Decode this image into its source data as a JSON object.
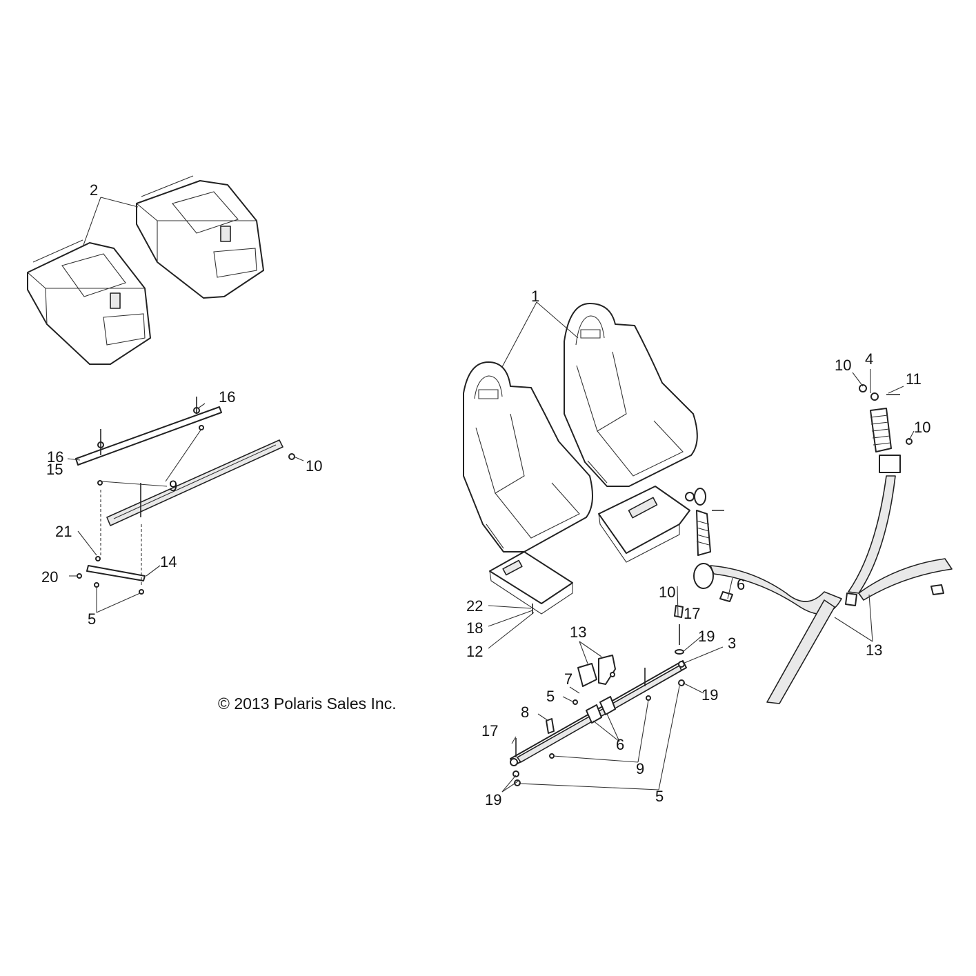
{
  "copyright": "© 2013 Polaris Sales Inc.",
  "callouts": {
    "c1": "1",
    "c2": "2",
    "c3": "3",
    "c4": "4",
    "c5a": "5",
    "c5b": "5",
    "c5c": "5",
    "c6a": "6",
    "c6b": "6",
    "c7": "7",
    "c8": "8",
    "c9a": "9",
    "c9b": "9",
    "c10a": "10",
    "c10b": "10",
    "c10c": "10",
    "c10d": "10",
    "c11": "11",
    "c12": "12",
    "c13a": "13",
    "c13b": "13",
    "c14": "14",
    "c15": "15",
    "c16a": "16",
    "c16b": "16",
    "c17a": "17",
    "c17b": "17",
    "c18": "18",
    "c19a": "19",
    "c19b": "19",
    "c19c": "19",
    "c20": "20",
    "c21": "21",
    "c22": "22"
  }
}
